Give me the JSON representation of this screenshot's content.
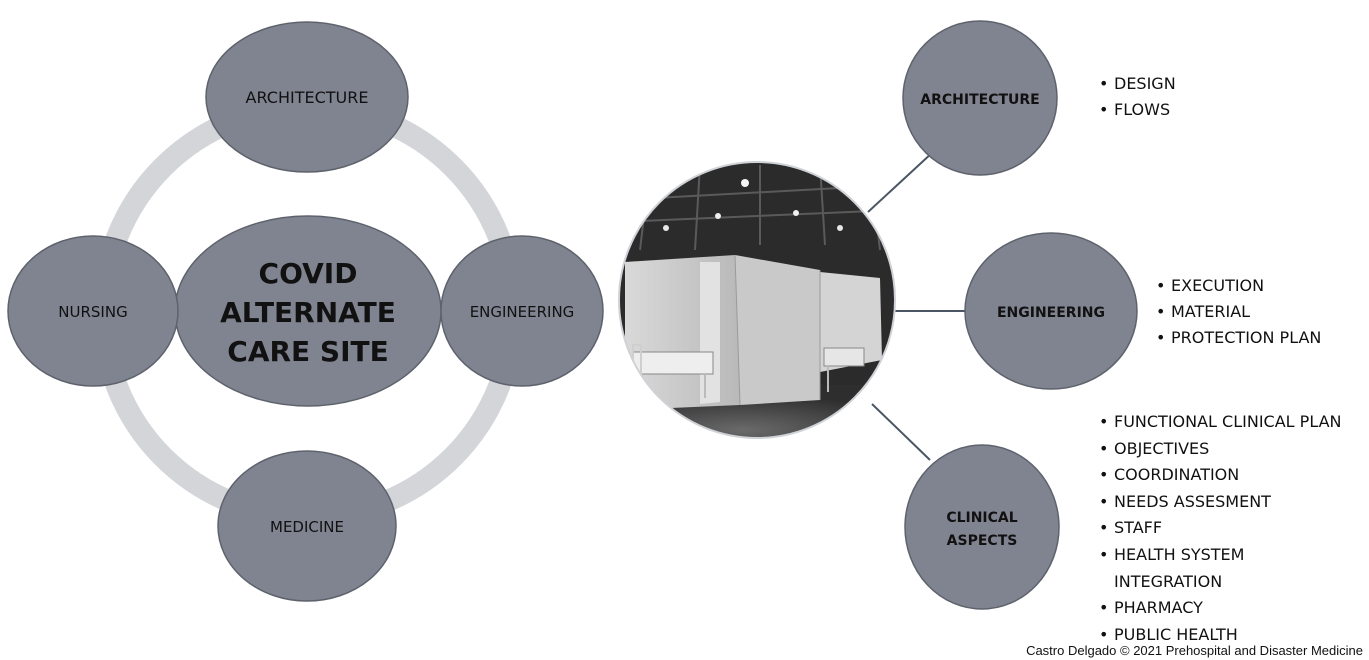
{
  "cycle": {
    "center_lines": [
      "COVID",
      "ALTERNATE",
      "CARE SITE"
    ],
    "nodes": {
      "top": "ARCHITECTURE",
      "right": "ENGINEERING",
      "bottom": "MEDICINE",
      "left": "NURSING"
    }
  },
  "branches": {
    "architecture": {
      "label": "ARCHITECTURE",
      "items": [
        "DESIGN",
        "FLOWS"
      ]
    },
    "engineering": {
      "label": "ENGINEERING",
      "items": [
        "EXECUTION",
        "MATERIAL",
        "PROTECTION PLAN"
      ]
    },
    "clinical": {
      "label_lines": [
        "CLINICAL",
        "ASPECTS"
      ],
      "items": [
        "FUNCTIONAL CLINICAL PLAN",
        "OBJECTIVES",
        "COORDINATION",
        "NEEDS ASSESMENT",
        "STAFF",
        "HEALTH SYSTEM",
        "INTEGRATION",
        "PHARMACY",
        "PUBLIC HEALTH"
      ]
    }
  },
  "credit": "Castro Delgado © 2021 Prehospital and Disaster Medicine",
  "colors": {
    "node_fill": "#7f8490",
    "node_stroke": "#5e626c",
    "ring": "#d3d5d9",
    "connector": "#4a5663",
    "text": "#111111"
  }
}
